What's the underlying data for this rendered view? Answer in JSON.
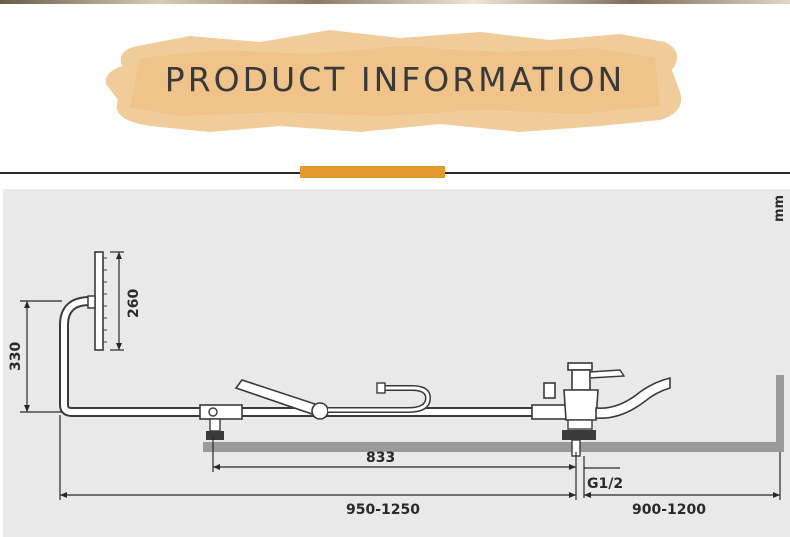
{
  "header": {
    "title": "PRODUCT INFORMATION"
  },
  "diagram": {
    "unit": "mm",
    "dimensions": {
      "shower_head_height": "260",
      "riser_height": "330",
      "hand_shower_span": "833",
      "pipe_span": "950-1250",
      "tub_span": "900-1200",
      "thread": "G1/2"
    }
  },
  "colors": {
    "accent": "#e3992e",
    "brush": "#f0c690",
    "panel": "#e9e9e9",
    "line": "#2a2a2a"
  }
}
